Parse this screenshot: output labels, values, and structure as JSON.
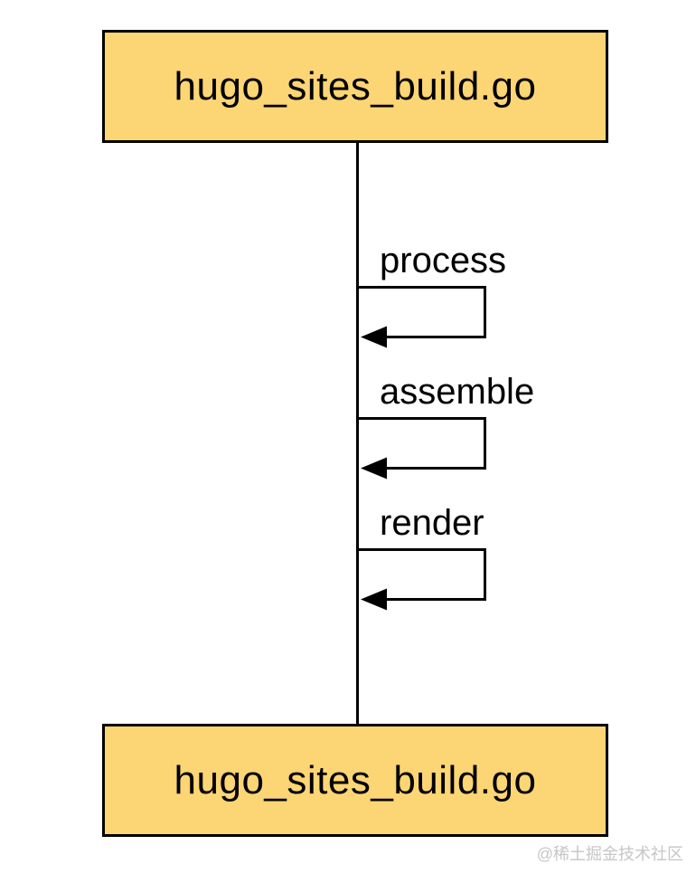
{
  "diagram": {
    "type": "sequence-self-calls",
    "top_node": {
      "label": "hugo_sites_build.go"
    },
    "bottom_node": {
      "label": "hugo_sites_build.go"
    },
    "self_calls": [
      {
        "label": "process"
      },
      {
        "label": "assemble"
      },
      {
        "label": "render"
      }
    ],
    "colors": {
      "background": "#ffffff",
      "node_fill": "#FCD574",
      "node_border": "#000000",
      "line": "#000000",
      "text": "#000000",
      "watermark": "#C6C6C6"
    }
  },
  "watermark": {
    "text": "@稀土掘金技术社区"
  }
}
